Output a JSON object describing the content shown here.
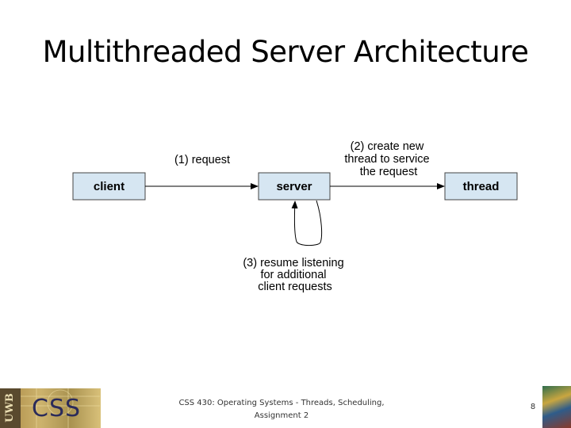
{
  "slide": {
    "title": "Multithreaded Server Architecture",
    "footer": [
      "CSS 430: Operating Systems - Threads, Scheduling,",
      "Assignment 2"
    ],
    "page_number": "8"
  },
  "diagram": {
    "box_fill": "#d6e6f2",
    "nodes": {
      "client": "client",
      "server": "server",
      "thread": "thread"
    },
    "notes": {
      "request": [
        "(1) request"
      ],
      "create": [
        "(2) create new",
        "thread to service",
        "the request"
      ],
      "resume": [
        "(3) resume listening",
        "for additional",
        "client requests"
      ]
    }
  },
  "logo": {
    "text": "CSS",
    "side_text": "UWB"
  }
}
